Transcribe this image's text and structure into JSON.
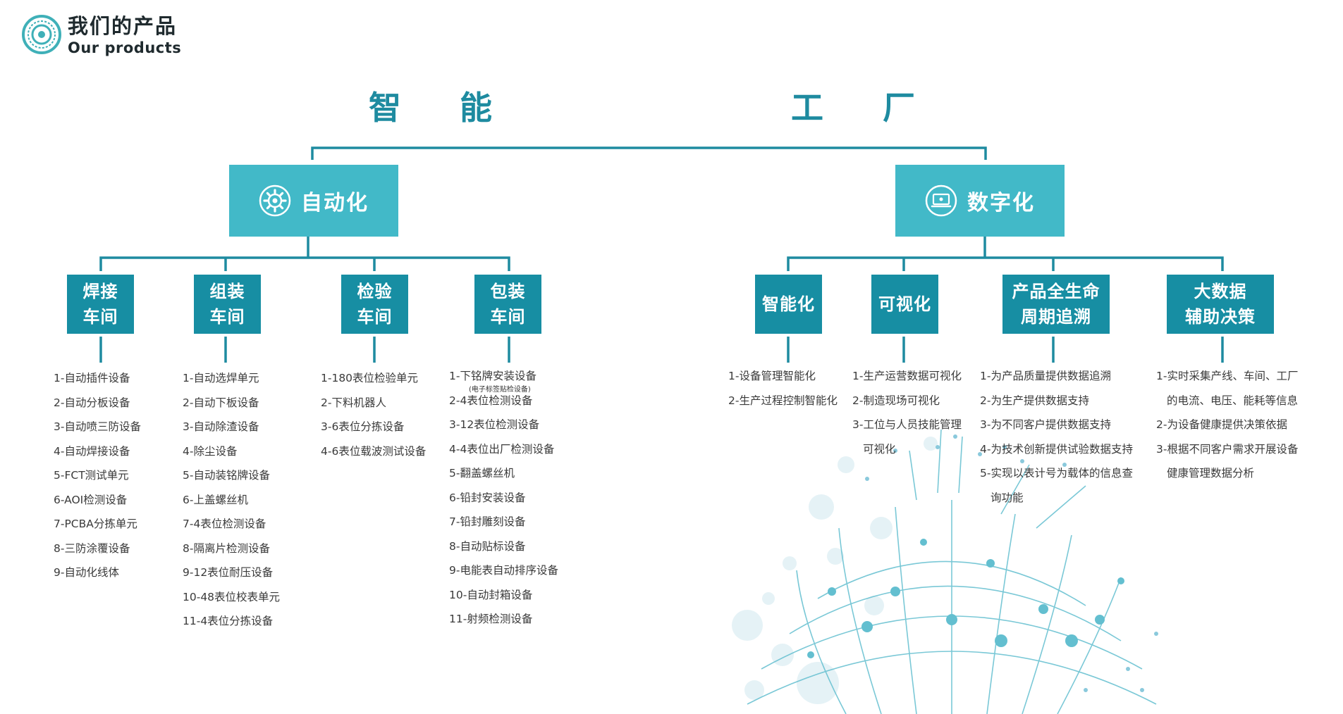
{
  "header": {
    "title_cn": "我们的产品",
    "title_en": "Our products",
    "logo_icon": "gear-logo-icon"
  },
  "diagram": {
    "title_chars": [
      "智",
      "能",
      "工",
      "厂"
    ],
    "colors": {
      "main": "#42b9c8",
      "sub": "#178ea3",
      "line": "#1e8ba0"
    },
    "branches": [
      {
        "label": "自动化",
        "icon": "gear-icon",
        "groups": [
          {
            "label_lines": [
              "焊接",
              "车间"
            ],
            "items": [
              "1-自动插件设备",
              "2-自动分板设备",
              "3-自动喷三防设备",
              "4-自动焊接设备",
              "5-FCT测试单元",
              "6-AOI检测设备",
              "7-PCBA分拣单元",
              "8-三防涂覆设备",
              "9-自动化线体"
            ]
          },
          {
            "label_lines": [
              "组装",
              "车间"
            ],
            "items": [
              "1-自动选焊单元",
              "2-自动下板设备",
              "3-自动除渣设备",
              "4-除尘设备",
              "5-自动装铭牌设备",
              "6-上盖螺丝机",
              "7-4表位检测设备",
              "8-隔离片检测设备",
              "9-12表位耐压设备",
              "10-48表位校表单元",
              "11-4表位分拣设备"
            ]
          },
          {
            "label_lines": [
              "检验",
              "车间"
            ],
            "items": [
              "1-180表位检验单元",
              "2-下料机器人",
              "3-6表位分拣设备",
              "4-6表位载波测试设备"
            ]
          },
          {
            "label_lines": [
              "包装",
              "车间"
            ],
            "items": [
              "1-下铭牌安装设备",
              "2-4表位检测设备",
              "3-12表位检测设备",
              "4-4表位出厂检测设备",
              "5-翻盖螺丝机",
              "6-铅封安装设备",
              "7-铅封雕刻设备",
              "8-自动贴标设备",
              "9-电能表自动排序设备",
              "10-自动封箱设备",
              "11-射频检测设备"
            ],
            "note": "(电子标签贴检设备)"
          }
        ]
      },
      {
        "label": "数字化",
        "icon": "monitor-icon",
        "groups": [
          {
            "label_lines": [
              "智能化"
            ],
            "items": [
              "1-设备管理智能化",
              "2-生产过程控制智能化"
            ]
          },
          {
            "label_lines": [
              "可视化"
            ],
            "items": [
              "1-生产运营数据可视化",
              "2-制造现场可视化",
              "3-工位与人员技能管理",
              "可视化"
            ]
          },
          {
            "label_lines": [
              "产品全生命",
              "周期追溯"
            ],
            "items": [
              "1-为产品质量提供数据追溯",
              "2-为生产提供数据支持",
              "3-为不同客户提供数据支持",
              "4-为技术创新提供试验数据支持",
              "5-实现以表计号为载体的信息查",
              "询功能"
            ]
          },
          {
            "label_lines": [
              "大数据",
              "辅助决策"
            ],
            "items": [
              "1-实时采集产线、车间、工厂",
              "的电流、电压、能耗等信息",
              "2-为设备健康提供决策依据",
              "3-根据不同客户需求开展设备",
              "健康管理数据分析"
            ]
          }
        ]
      }
    ]
  }
}
